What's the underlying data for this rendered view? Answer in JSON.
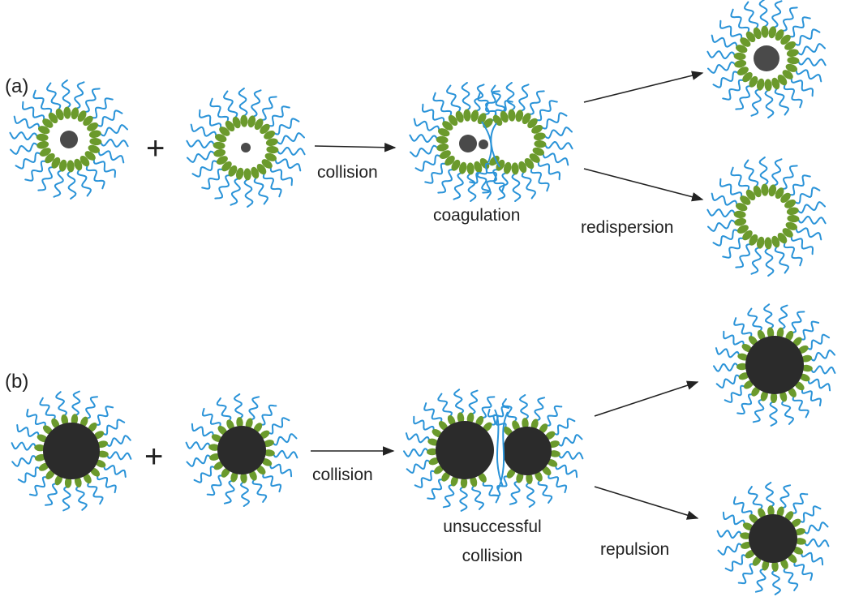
{
  "panels": {
    "a": {
      "label": "(a)"
    },
    "b": {
      "label": "(b)"
    }
  },
  "labels": {
    "plus": "+",
    "collision": "collision",
    "coagulation": "coagulation",
    "redispersion": "redispersion",
    "unsuccessful_line1": "unsuccessful",
    "unsuccessful_line2": "collision",
    "repulsion": "repulsion"
  },
  "colors": {
    "tail": "#2a93d8",
    "head": "#6b9a2c",
    "core": "#4a4a4a",
    "core_dark": "#2b2b2b",
    "text": "#222222",
    "arrow": "#222222"
  }
}
